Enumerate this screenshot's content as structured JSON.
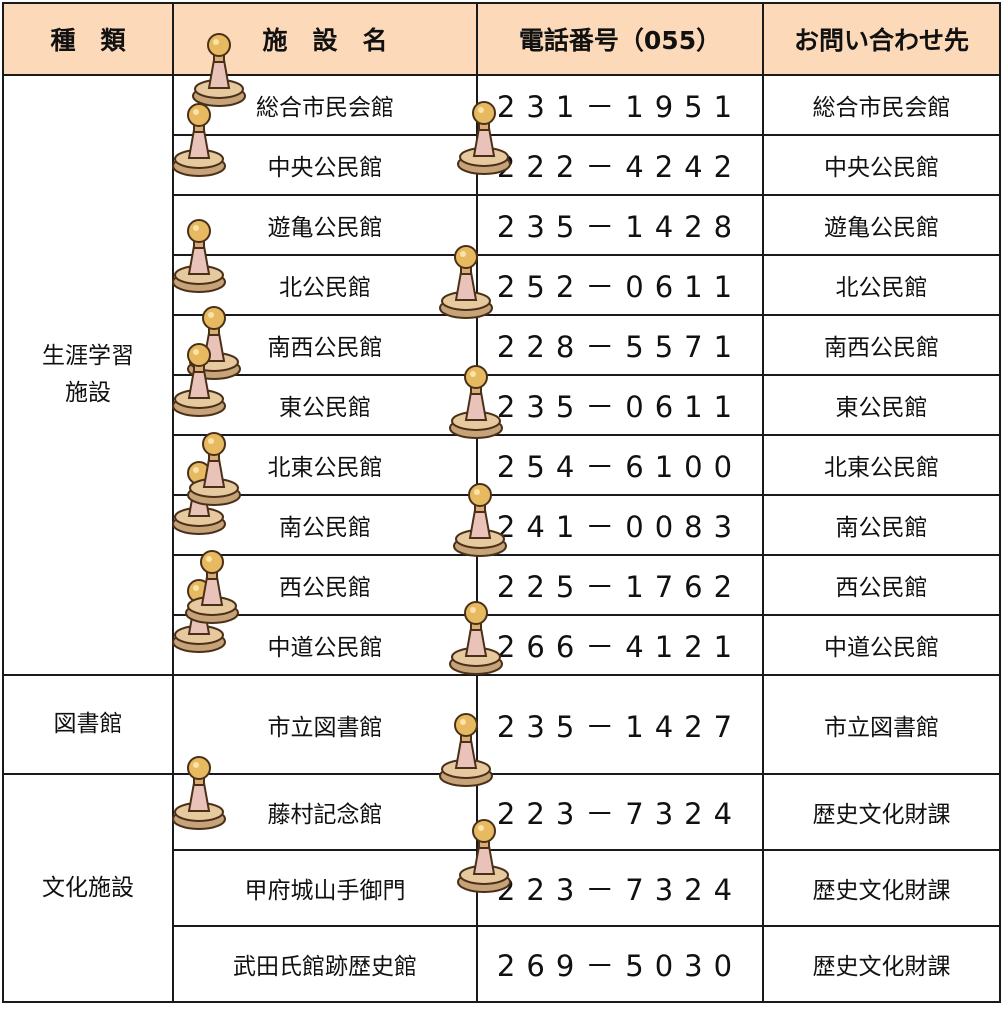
{
  "header": {
    "type": "種　類",
    "facility": "施　設　名",
    "phone": "電話番号（055）",
    "contact": "お問い合わせ先"
  },
  "groups": [
    {
      "type_lines": [
        "生涯学習",
        "施設"
      ],
      "rows": [
        {
          "facility": "総合市民会館",
          "phone": "231－1951",
          "contact": "総合市民会館"
        },
        {
          "facility": "中央公民館",
          "phone": "222－4242",
          "contact": "中央公民館"
        },
        {
          "facility": "遊亀公民館",
          "phone": "235－1428",
          "contact": "遊亀公民館"
        },
        {
          "facility": "北公民館",
          "phone": "252－0611",
          "contact": "北公民館"
        },
        {
          "facility": "南西公民館",
          "phone": "228－5571",
          "contact": "南西公民館"
        },
        {
          "facility": "東公民館",
          "phone": "235－0611",
          "contact": "東公民館"
        },
        {
          "facility": "北東公民館",
          "phone": "254－6100",
          "contact": "北東公民館"
        },
        {
          "facility": "南公民館",
          "phone": "241－0083",
          "contact": "南公民館"
        },
        {
          "facility": "西公民館",
          "phone": "225－1762",
          "contact": "西公民館"
        },
        {
          "facility": "中道公民館",
          "phone": "266－4121",
          "contact": "中道公民館"
        }
      ]
    },
    {
      "type_lines": [
        "図書館"
      ],
      "rows": [
        {
          "facility": "市立図書館",
          "phone": "235－1427",
          "contact": "市立図書館"
        }
      ]
    },
    {
      "type_lines": [
        "文化施設"
      ],
      "rows": [
        {
          "facility": "藤村記念館",
          "phone": "223－7324",
          "contact": "歴史文化財課"
        },
        {
          "facility": "甲府城山手御門",
          "phone": "223－7324",
          "contact": "歴史文化財課"
        },
        {
          "facility": "武田氏館跡歴史館",
          "phone": "269－5030",
          "contact": "歴史文化財課"
        }
      ]
    }
  ],
  "icons": {
    "stamp": "stamp-icon"
  },
  "colors": {
    "header_bg": "#fbd9b9",
    "border": "#1a1a1a"
  }
}
